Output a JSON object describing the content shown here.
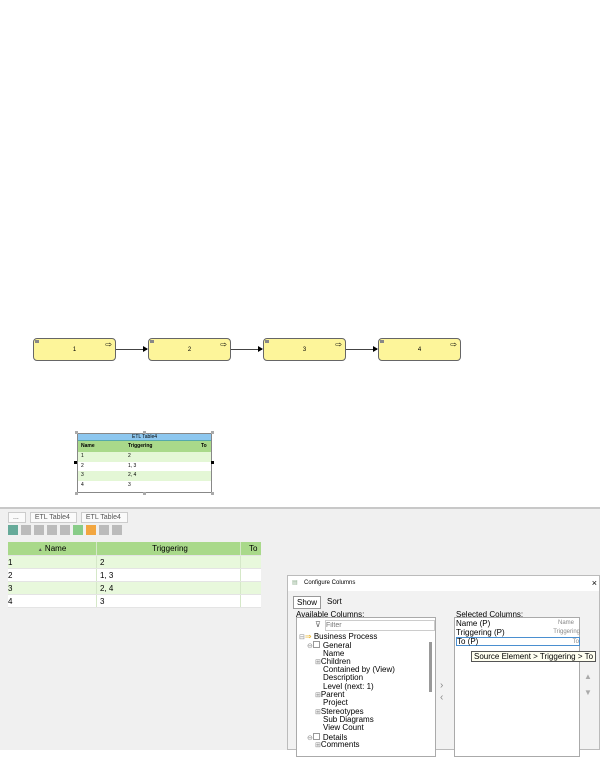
{
  "diagram": {
    "processes": [
      "1",
      "2",
      "3",
      "4"
    ],
    "etl_table": {
      "title": "ETL Table4",
      "headers": [
        "Name",
        "Triggering",
        "To"
      ],
      "rows": [
        [
          "1",
          "2",
          ""
        ],
        [
          "2",
          "1, 3",
          ""
        ],
        [
          "3",
          "2, 4",
          ""
        ],
        [
          "4",
          "3",
          ""
        ]
      ]
    }
  },
  "breadcrumb": [
    "...",
    "ETL Table4",
    "ETL Table4"
  ],
  "grid": {
    "headers": [
      "Name",
      "Triggering",
      "To"
    ],
    "sort_indicator": "▲",
    "rows": [
      [
        "1",
        "2",
        ""
      ],
      [
        "2",
        "1,  3",
        ""
      ],
      [
        "3",
        "2,  4",
        ""
      ],
      [
        "4",
        "3",
        ""
      ]
    ]
  },
  "dialog": {
    "title": "Configure Columns",
    "close": "×",
    "tabs": [
      "Show",
      "Sort"
    ],
    "available_label": "Available Columns:",
    "filter_placeholder": "Filter",
    "tree": [
      {
        "label": "Business Process",
        "indent": 0,
        "exp": "⊟"
      },
      {
        "label": "General",
        "indent": 1,
        "exp": "⊖",
        "check": true
      },
      {
        "label": "Name",
        "indent": 2
      },
      {
        "label": "Children",
        "indent": 2,
        "exp": "⊞"
      },
      {
        "label": "Contained by (View)",
        "indent": 2
      },
      {
        "label": "Description",
        "indent": 2
      },
      {
        "label": "Level (next: 1)",
        "indent": 2
      },
      {
        "label": "Parent",
        "indent": 2,
        "exp": "⊞"
      },
      {
        "label": "Project",
        "indent": 2
      },
      {
        "label": "Stereotypes",
        "indent": 2,
        "exp": "⊞"
      },
      {
        "label": "Sub Diagrams",
        "indent": 2
      },
      {
        "label": "View Count",
        "indent": 2
      },
      {
        "label": "Details",
        "indent": 1,
        "exp": "⊖",
        "check": true
      },
      {
        "label": "Comments",
        "indent": 2,
        "exp": "⊞"
      }
    ],
    "selected_label": "Selected Columns:",
    "selected": [
      {
        "label": "Name (P)",
        "alias": "Name"
      },
      {
        "label": "Triggering (P)",
        "alias": "Triggering"
      },
      {
        "label": "To (P)",
        "alias": "To"
      }
    ],
    "tooltip": "Source Element > Triggering > To"
  }
}
